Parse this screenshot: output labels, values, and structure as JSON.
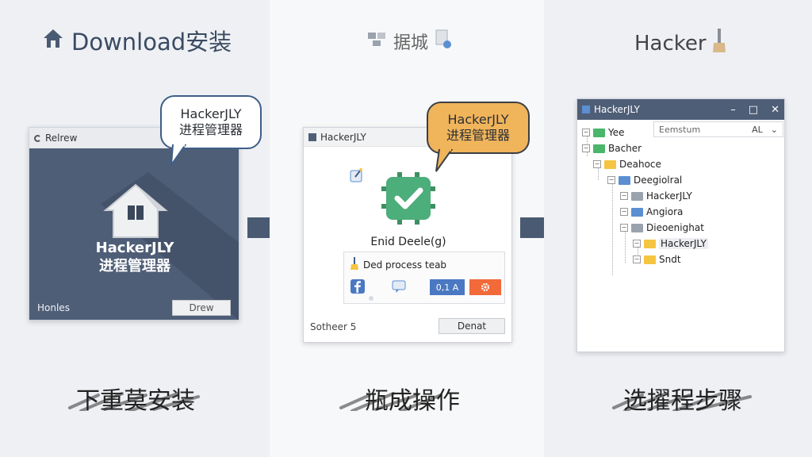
{
  "colors": {
    "window_navy": "#4f5e77",
    "arrow": "#4a5a72",
    "bubble_blue_border": "#3d5f87",
    "bubble_orange_fill": "#f0b45a",
    "check_green": "#4cae7a",
    "settings_orange": "#f26a3a",
    "folder_yellow": "#f5c542",
    "folder_green": "#49b66a",
    "folder_blue": "#5b8fd1",
    "folder_gray": "#9aa2ad"
  },
  "panel1": {
    "heading": "Download安装",
    "heading_icon": "home-icon",
    "bubble": {
      "line1": "HackerJLY",
      "line2": "进程管理器"
    },
    "window": {
      "title": "Relrew",
      "app_line1": "HackerJLY",
      "app_line2": "进程管理器",
      "footer_left": "Honles",
      "button": "Drew"
    },
    "bottom_label": "下重莫安装"
  },
  "panel2": {
    "heading": "据城",
    "heading_icon": "network-icon",
    "bubble": {
      "line1": "HackerJLY",
      "line2": "进程管理器"
    },
    "window": {
      "title": "HackerJLY",
      "app_name": "Enid Deele(g)",
      "inner_title": "Ded process teab",
      "status": "Sotheer 5",
      "button": "Denat",
      "version_button": "0,1 A"
    },
    "bottom_label": "瓶成操作"
  },
  "panel3": {
    "heading": "Hacker",
    "heading_icon": "broom-icon",
    "window": {
      "title": "HackerJLY",
      "search_placeholder": "Eemstum",
      "toolbar_right": "AL",
      "tree": [
        {
          "label": "Yee",
          "color": "#49b66a"
        },
        {
          "label": "Bacher",
          "color": "#49b66a"
        },
        {
          "label": "Deahoce",
          "color": "#f5c542"
        },
        {
          "label": "Deegiolral",
          "color": "#5b8fd1"
        },
        {
          "label": "HackerJLY",
          "color": "#9aa2ad"
        },
        {
          "label": "Angiora",
          "color": "#5b8fd1"
        },
        {
          "label": "Dieoenighat",
          "color": "#9aa2ad"
        },
        {
          "label": "HackerJLY",
          "color": "#f5c542"
        },
        {
          "label": "Sndt",
          "color": "#f5c542"
        }
      ]
    },
    "bottom_label": "选擢程步骤"
  }
}
